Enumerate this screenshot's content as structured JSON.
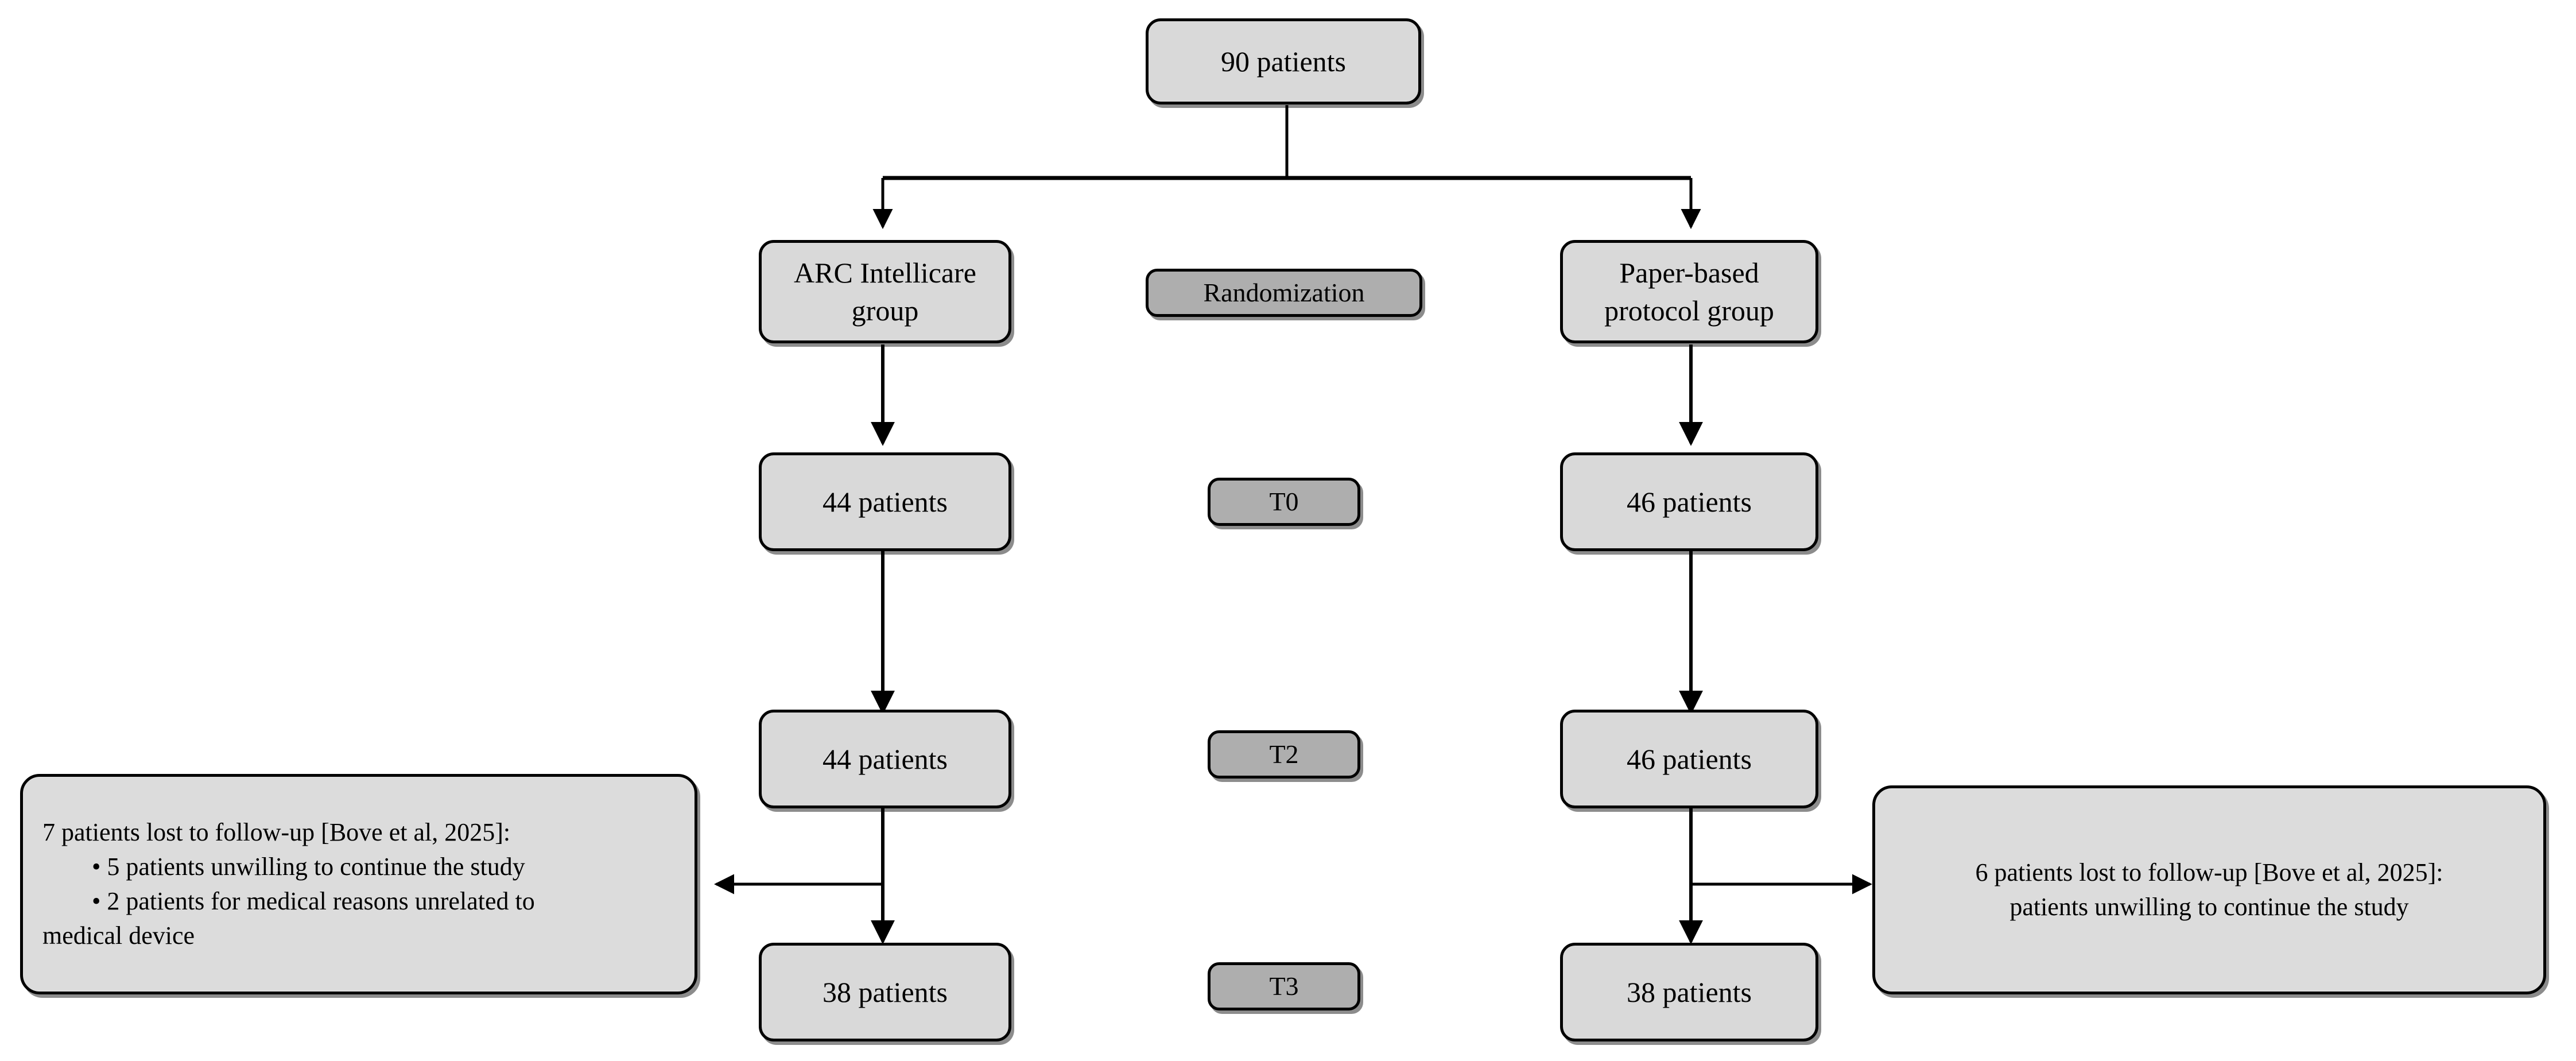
{
  "diagram": {
    "title": "CONSORT-style patient flow diagram",
    "colors": {
      "node_fill": "#d9d9d9",
      "node_fill_dark": "#aeaeae",
      "note_fill": "#dcdcdc",
      "stroke": "#000000",
      "background": "#ffffff"
    },
    "nodes": {
      "enrollment": {
        "label": "90 patients"
      },
      "arm_left_title": {
        "label": "ARC Intellicare\ngroup"
      },
      "arm_right_title": {
        "label": "Paper-based\nprotocol group"
      },
      "left_t0": {
        "label": "44 patients"
      },
      "left_t2": {
        "label": "44 patients"
      },
      "left_t3": {
        "label": "38 patients"
      },
      "right_t0": {
        "label": "46 patients"
      },
      "right_t2": {
        "label": "46 patients"
      },
      "right_t3": {
        "label": "38 patients"
      }
    },
    "timepoints": {
      "randomization": {
        "label": "Randomization"
      },
      "t0": {
        "label": "T0"
      },
      "t2": {
        "label": "T2"
      },
      "t3": {
        "label": "T3"
      }
    },
    "notes": {
      "left_dropout": {
        "heading": "7 patients lost to follow-up [Bove et al, 2025]:",
        "bullet_1": "• 5 patients unwilling to continue the study",
        "bullet_2": "• 2 patients for medical reasons unrelated to",
        "bullet_2_cont": "medical device"
      },
      "right_dropout": {
        "heading": "6 patients lost to follow-up [Bove et al, 2025]:",
        "body": "patients unwilling to continue the study"
      }
    }
  }
}
